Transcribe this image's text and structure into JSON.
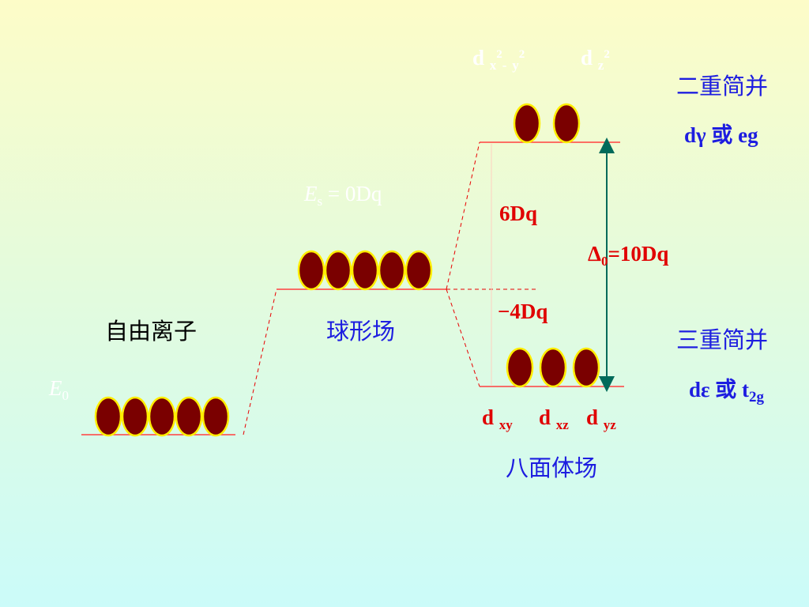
{
  "title": "",
  "colors": {
    "level_line": "#ff4040",
    "connector": "#e80000",
    "electron_fill": "#7a0000",
    "electron_stroke": "#ffee00",
    "arrow": "#006a5a",
    "label_blue": "#1d1de0",
    "label_red": "#e00000"
  },
  "free_ion": {
    "label": "自由离子",
    "energy_symbol": "E",
    "energy_sub": "0",
    "electron_count": 5
  },
  "spherical": {
    "label": "球形场",
    "energy_symbol": "E",
    "energy_sub": "s",
    "energy_value": "= 0Dq",
    "electron_count": 5
  },
  "octahedral": {
    "label": "八面体场",
    "eg": {
      "orbital1": {
        "d": "d",
        "sub1": "x",
        "sup1": "2",
        "minus": "-",
        "sub2": "y",
        "sup2": "2"
      },
      "orbital2": {
        "d": "d",
        "sub": "z",
        "sup": "2"
      },
      "degeneracy": "二重简并",
      "symbol": "dγ 或 eg",
      "electron_count": 2
    },
    "t2g": {
      "orbitals": [
        {
          "d": "d",
          "sub": "xy"
        },
        {
          "d": "d",
          "sub": "xz"
        },
        {
          "d": "d",
          "sub": "yz"
        }
      ],
      "degeneracy": "三重简并",
      "symbol_main": "dε 或 t",
      "symbol_sub": "2g",
      "electron_count": 3
    },
    "upper_shift": "6Dq",
    "lower_shift": "−4Dq",
    "splitting_symbol": "Δ",
    "splitting_sub": "0",
    "splitting_value": "=10Dq"
  }
}
